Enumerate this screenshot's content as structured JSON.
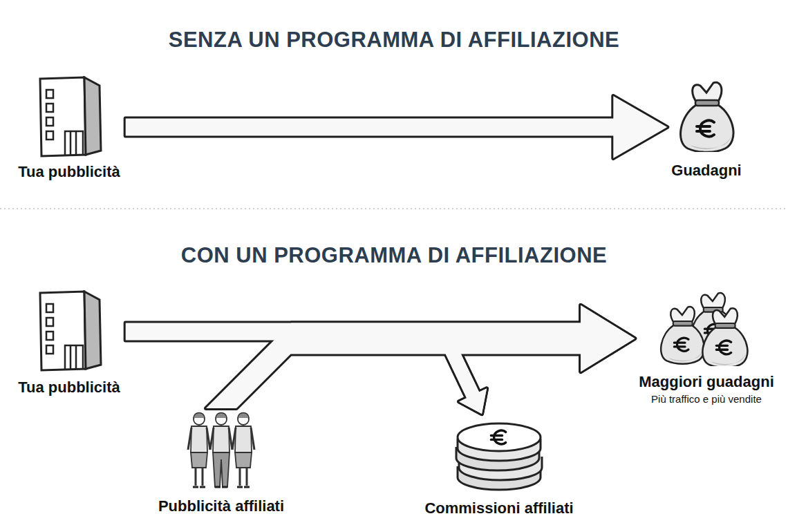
{
  "diagram": {
    "nodes": [
      {
        "text": [
          "Tua pubblicità"
        ]
      },
      {
        "text": [
          "Guadagni"
        ]
      },
      {
        "text": [
          "Tua pubblicità"
        ]
      },
      {
        "text": [
          "Maggiori guadagni",
          "Più traffico e più vendite"
        ]
      },
      {
        "text": [
          "Pubblicità affiliati"
        ]
      },
      {
        "text": [
          "Commissioni affiliati"
        ]
      }
    ],
    "edges": [
      {
        "from": 0,
        "to": 1,
        "arrow": "to"
      },
      {
        "from": 2,
        "to": 3,
        "arrow": "to"
      },
      {
        "from": 2,
        "to": 5,
        "arrow": "to"
      },
      {
        "from": 4,
        "to": 3,
        "arrow": "to"
      },
      {
        "from": 4,
        "to": 5,
        "arrow": "to"
      }
    ],
    "labels": [
      "SENZA UN PROGRAMMA DI AFFILIAZIONE",
      "CON UN PROGRAMMA DI AFFILIAZIONE"
    ]
  }
}
